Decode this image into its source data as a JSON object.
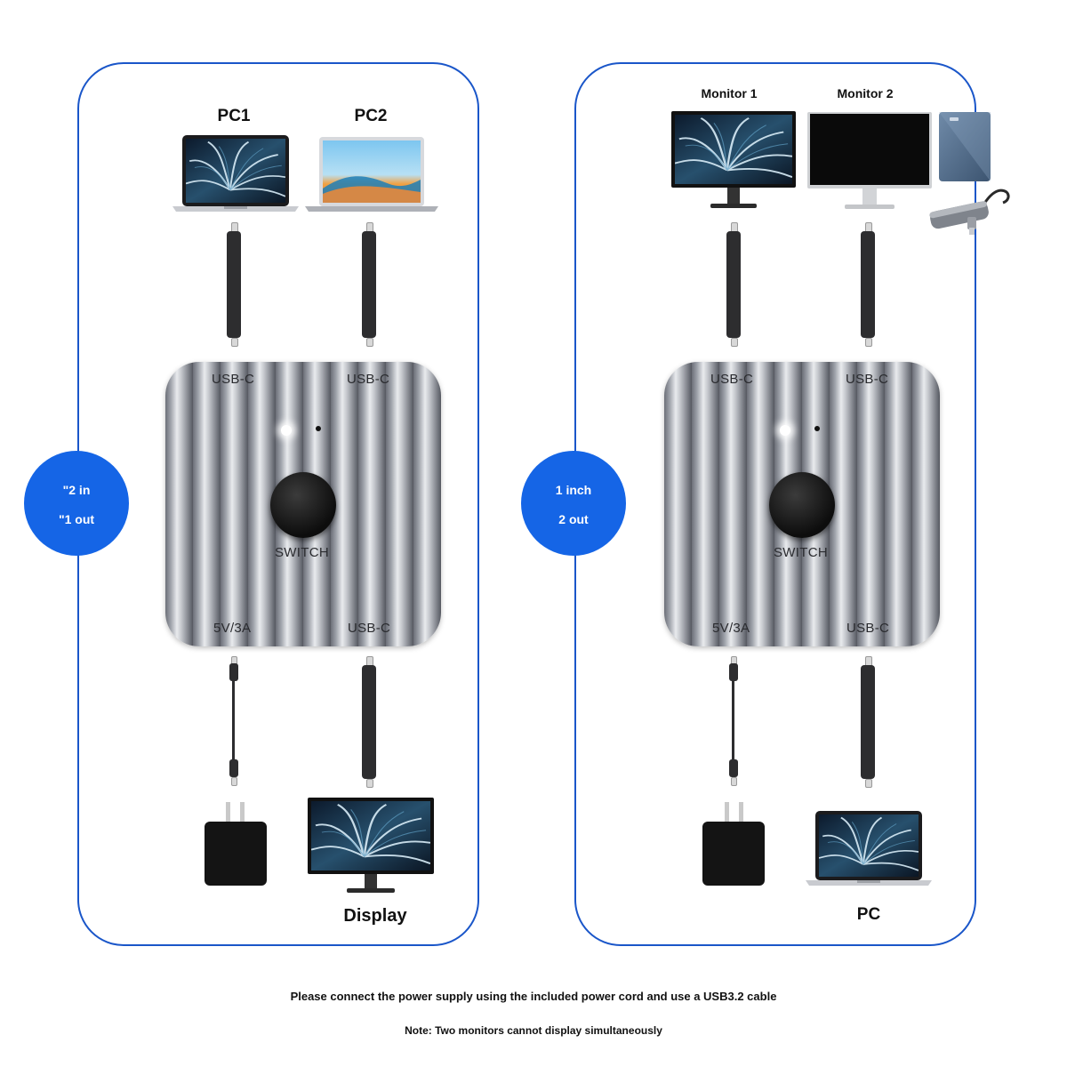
{
  "left_panel": {
    "top_labels": [
      "PC1",
      "PC2"
    ],
    "badge_lines": [
      "\"2 in",
      "\"1 out"
    ],
    "device": {
      "ports_top": [
        "USB-C",
        "USB-C"
      ],
      "switch_label": "SWITCH",
      "ports_bottom": [
        "5V/3A",
        "USB-C"
      ]
    },
    "bottom_label": "Display"
  },
  "right_panel": {
    "top_labels": [
      "Monitor 1",
      "Monitor 2"
    ],
    "badge_lines": [
      "1 inch",
      "2 out"
    ],
    "device": {
      "ports_top": [
        "USB-C",
        "USB-C"
      ],
      "switch_label": "SWITCH",
      "ports_bottom": [
        "5V/3A",
        "USB-C"
      ]
    },
    "bottom_label": "PC"
  },
  "notes": [
    "Please connect the power supply using the included power cord and use a USB3.2 cable",
    "Note: Two monitors cannot display simultaneously"
  ],
  "colors": {
    "accent": "#1565e6",
    "panel_border": "#1a56c9"
  },
  "icons": [
    "laptop-icon",
    "monitor-icon",
    "charger-icon",
    "hard-drive-icon",
    "usb-hub-icon",
    "usb-c-cable-icon"
  ]
}
